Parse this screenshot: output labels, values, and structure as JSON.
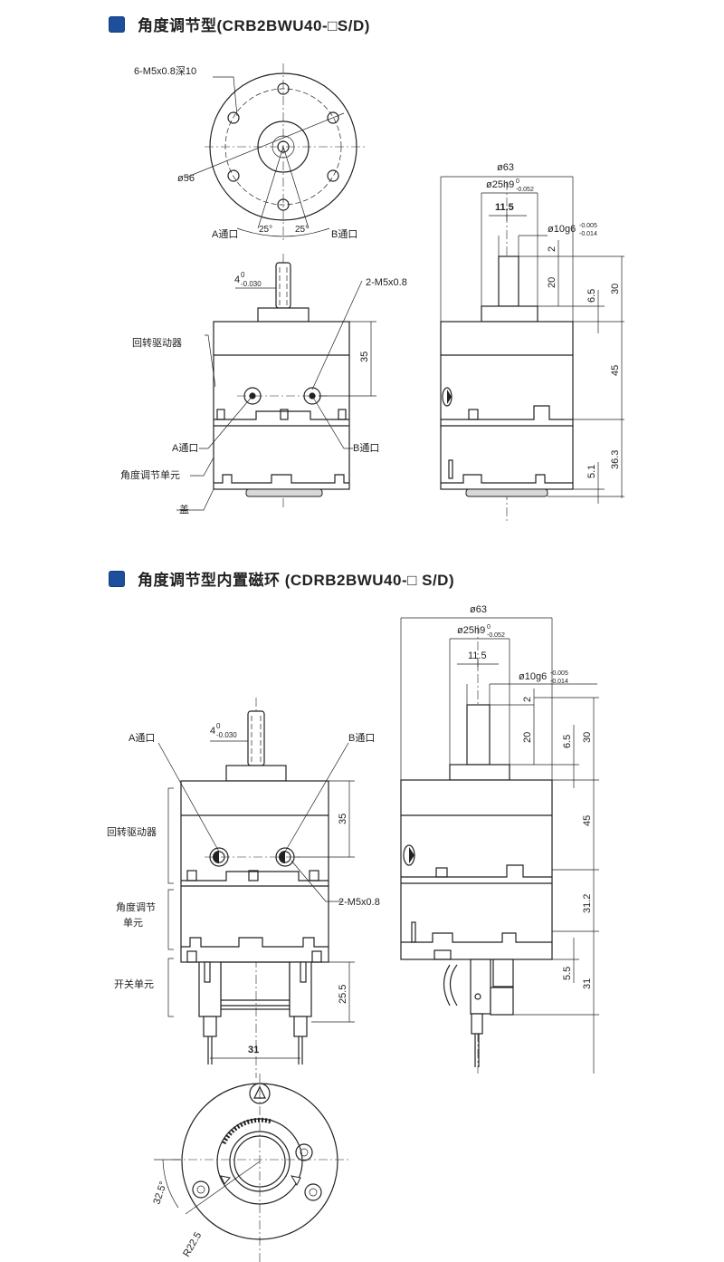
{
  "section1": {
    "title": "角度调节型(CRB2BWU40-□S/D)",
    "labels": {
      "holes": "6-M5x0.8深10",
      "circle": "ø56",
      "port_a_top": "A通口",
      "port_b_top": "B通口",
      "angle_left": "25°",
      "angle_right": "25°",
      "key": "4",
      "key_tol_up": "0",
      "key_tol_low": "-0.030",
      "m5_ports": "2-M5x0.8",
      "rotary_drive": "回转驱动器",
      "port_a": "A通口",
      "port_b": "B通口",
      "angle_unit": "角度调节单元",
      "cover": "盖",
      "dim_35": "35",
      "od_63": "ø63",
      "od_25": "ø25h9",
      "od_25_tol_up": "0",
      "od_25_tol_low": "-0.052",
      "dim_11_5": "11.5",
      "od_10": "ø10g6",
      "od_10_tol_up": "-0.005",
      "od_10_tol_low": "-0.014",
      "dim_2": "2",
      "dim_20": "20",
      "dim_6_5": "6.5",
      "dim_30": "30",
      "dim_45": "45",
      "dim_5_1": "5.1",
      "dim_36_3": "36.3"
    }
  },
  "section2": {
    "title": "角度调节型内置磁环 (CDRB2BWU40-□ S/D)",
    "labels": {
      "port_a": "A通口",
      "port_b": "B通口",
      "key": "4",
      "key_tol_up": "0",
      "key_tol_low": "-0.030",
      "rotary_drive": "回转驱动器",
      "angle_unit_1": "角度调节",
      "angle_unit_2": "单元",
      "switch_unit": "开关单元",
      "dim_35": "35",
      "m5_ports": "2-M5x0.8",
      "dim_25_5": "25.5",
      "dim_31_bottom": "31",
      "od_63": "ø63",
      "od_25": "ø25h9",
      "od_25_tol_up": "0",
      "od_25_tol_low": "-0.052",
      "dim_11_5": "11.5",
      "od_10": "ø10g6",
      "od_10_tol_up": "-0.005",
      "od_10_tol_low": "-0.014",
      "dim_2": "2",
      "dim_20": "20",
      "dim_6_5": "6.5",
      "dim_30": "30",
      "dim_45": "45",
      "dim_31_2": "31.2",
      "dim_5_5": "5.5",
      "dim_31_side": "31",
      "angle_32_5": "32.5°",
      "radius": "R22.5"
    }
  }
}
